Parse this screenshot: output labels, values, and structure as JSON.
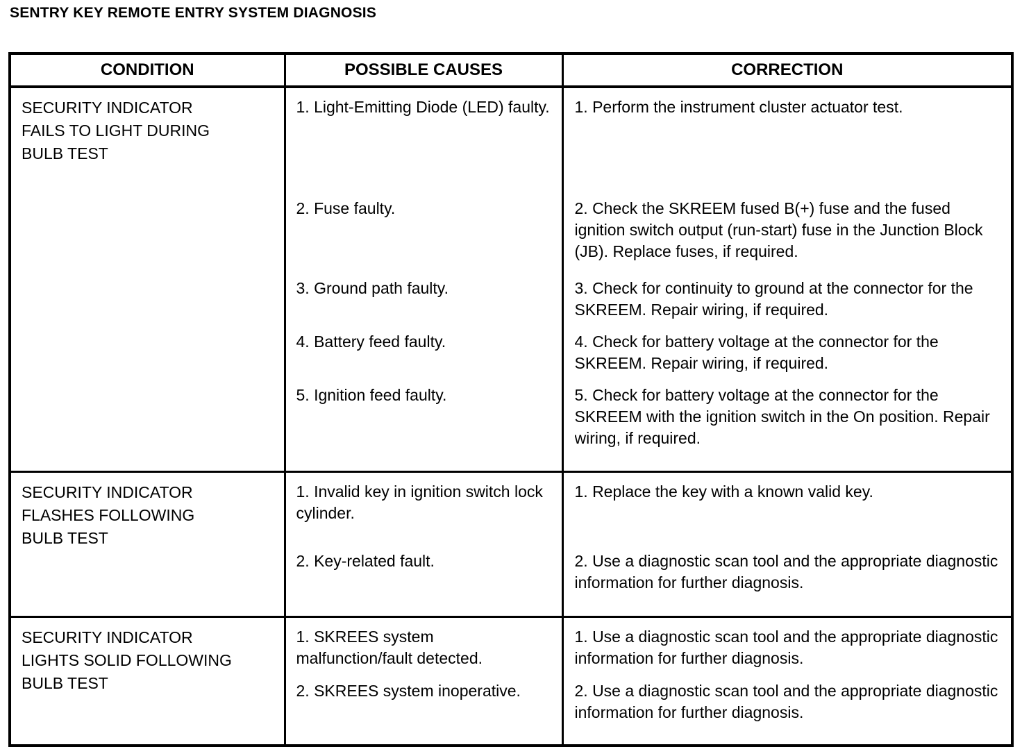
{
  "document": {
    "title": "SENTRY KEY REMOTE ENTRY SYSTEM DIAGNOSIS"
  },
  "table": {
    "headers": {
      "condition": "CONDITION",
      "possible_causes": "POSSIBLE CAUSES",
      "correction": "CORRECTION"
    },
    "rows": [
      {
        "condition": "SECURITY INDICATOR\nFAILS TO LIGHT DURING\nBULB TEST",
        "items": [
          {
            "cause": "1. Light-Emitting Diode (LED) faulty.",
            "correction": "1. Perform the instrument cluster actuator test."
          },
          {
            "cause": "2. Fuse faulty.",
            "correction": "2. Check the SKREEM fused B(+) fuse and the fused ignition switch output (run-start) fuse in the Junction Block (JB). Replace fuses, if required."
          },
          {
            "cause": "3. Ground path faulty.",
            "correction": "3. Check for continuity to ground at the connector for the SKREEM. Repair wiring, if required."
          },
          {
            "cause": "4. Battery feed faulty.",
            "correction": "4. Check for battery voltage at the connector for the SKREEM. Repair wiring, if required."
          },
          {
            "cause": "5. Ignition feed faulty.",
            "correction": "5. Check for battery voltage at the connector for the SKREEM with the ignition switch in the On position. Repair wiring, if required."
          }
        ]
      },
      {
        "condition": "SECURITY INDICATOR\nFLASHES FOLLOWING\nBULB TEST",
        "items": [
          {
            "cause": "1. Invalid key in ignition switch lock cylinder.",
            "correction": "1. Replace the key with a known valid key."
          },
          {
            "cause": "2. Key-related fault.",
            "correction": "2. Use a diagnostic scan tool and the appropriate diagnostic information for further diagnosis."
          }
        ]
      },
      {
        "condition": "SECURITY INDICATOR\nLIGHTS SOLID FOLLOWING\nBULB TEST",
        "items": [
          {
            "cause": "1. SKREES system malfunction/fault detected.",
            "correction": "1. Use a diagnostic scan tool and the appropriate diagnostic information for further diagnosis."
          },
          {
            "cause": "2. SKREES system inoperative.",
            "correction": "2. Use a diagnostic scan tool and the appropriate diagnostic information for further diagnosis."
          }
        ]
      }
    ]
  },
  "colors": {
    "text": "#000000",
    "background": "#ffffff",
    "border": "#000000"
  }
}
